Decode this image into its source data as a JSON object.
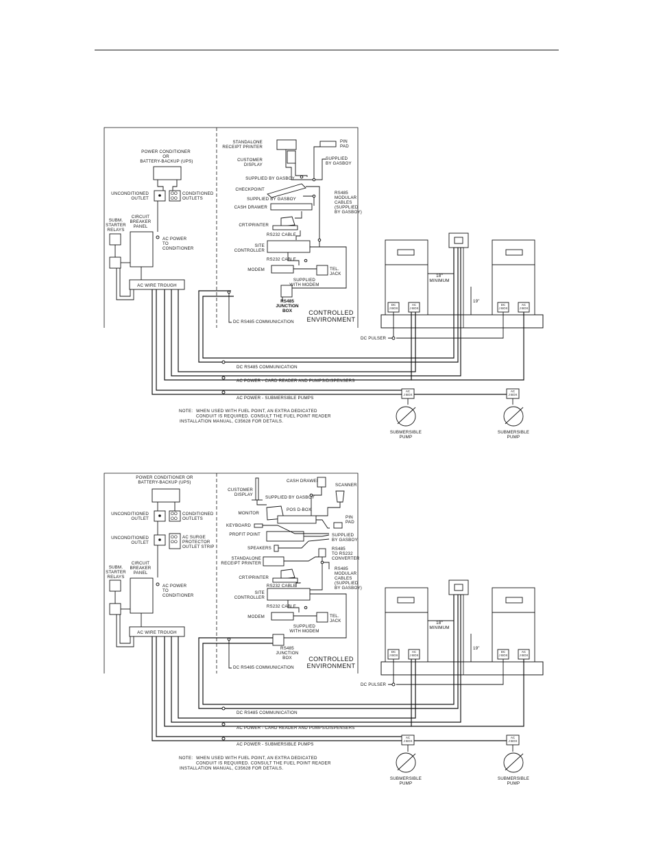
{
  "diagram1": {
    "indoor": {
      "power_conditioner": "POWER CONDITIONER OR BATTERY-BACKUP (UPS)",
      "unconditioned_outlet": "UNCONDITIONED OUTLET",
      "conditioned_outlets": "CONDITIONED OUTLETS",
      "subm_starter_relays": "SUBM. STARTER RELAYS",
      "circuit_breaker_panel": "CIRCUIT BREAKER PANEL",
      "ac_power_to_conditioner": "AC POWER TO CONDITIONER",
      "ac_wire_trough": "AC WIRE TROUGH",
      "standalone_receipt_printer": "STANDALONE RECEIPT PRINTER",
      "pin_pad": "PIN PAD",
      "customer_display": "CUSTOMER DISPLAY",
      "supplied_by_gasboy_1": "SUPPLIED BY GASBOY",
      "supplied_by_gasboy_2": "SUPPLIED BY GASBOY",
      "checkpoint": "CHECKPOINT",
      "supplied_by_gasboy_3": "SUPPLIED BY GASBOY",
      "rs485_modular_cables": "RS485 MODULAR CABLES (SUPPLIED BY GASBOY)",
      "cash_drawer": "CASH DRAWER",
      "crt_printer": "CRT/PRINTER",
      "rs232_cable_1": "RS232 CABLE",
      "site_controller": "SITE CONTROLLER",
      "rs232_cable_2": "RS232 CABLE",
      "modem": "MODEM",
      "tel_jack": "TEL. JACK",
      "supplied_with_modem": "SUPPLIED WITH MODEM",
      "rs485_junction_box": "RS485 JUNCTION BOX",
      "controlled_environment": "CONTROLLED ENVIRONMENT",
      "dc_rs485_communication_inner": "DC RS485 COMMUNICATION"
    },
    "forecourt": {
      "dim_18": "18\" MINIMUM",
      "dim_19": "19\"",
      "dc_jbox": "DC J BOX",
      "ac_jbox": "AC J BOX"
    },
    "conduits": {
      "dc_pulser": "DC PULSER",
      "dc_rs485": "DC RS485 COMMUNICATION",
      "ac_card_reader": "AC POWER - CARD READER AND PUMPS/DISPENSERS",
      "ac_submersible": "AC POWER - SUBMERSIBLE PUMPS",
      "ac_jbox": "AC J BOX",
      "submersible_pump": "SUBMERSIBLE PUMP"
    },
    "note_label": "NOTE:",
    "note_lines": [
      "WHEN USED WITH FUEL POINT, AN EXTRA DEDICATED",
      "CONDUIT IS REQUIRED.  CONSULT THE FUEL POINT READER",
      "INSTALLATION MANUAL, C35628 FOR DETAILS."
    ]
  },
  "diagram2": {
    "indoor": {
      "power_conditioner": "POWER CONDITIONER OR BATTERY-BACKUP (UPS)",
      "unconditioned_outlet_1": "UNCONDITIONED OUTLET",
      "conditioned_outlets": "CONDITIONED OUTLETS",
      "unconditioned_outlet_2": "UNCONDITIONED OUTLET",
      "ac_surge_protector": "AC SURGE PROTECTOR OUTLET STRIP",
      "subm_starter_relays": "SUBM. STARTER RELAYS",
      "circuit_breaker_panel": "CIRCUIT BREAKER PANEL",
      "ac_power_to_conditioner": "AC POWER TO CONDITIONER",
      "ac_wire_trough": "AC WIRE TROUGH",
      "customer_display": "CUSTOMER DISPLAY",
      "cash_drawer": "CASH DRAWER",
      "supplied_by_gasboy_1": "SUPPLIED BY GASBOY",
      "scanner": "SCANNER",
      "monitor": "MONITOR",
      "pos_dbox": "POS D-BOX",
      "pin_pad": "PIN PAD",
      "keyboard": "KEYBOARD",
      "profit_point": "PROFIT POINT",
      "supplied_by_gasboy_2": "SUPPLIED BY GASBOY",
      "speakers": "SPEAKERS",
      "rs485_to_rs232": "RS485 TO RS232 CONVERTER",
      "standalone_receipt_printer": "STANDALONE RECEIPT PRINTER",
      "rs485_modular_cables": "RS485 MODULAR CABLES (SUPPLIED BY GASBOY)",
      "crt_printer": "CRT/PRINTER",
      "rs232_cable_1": "RS232 CABLE",
      "site_controller": "SITE CONTROLLER",
      "rs232_cable_2": "RS232 CABLE",
      "modem": "MODEM",
      "tel_jack": "TEL. JACK",
      "supplied_with_modem": "SUPPLIED WITH MODEM",
      "rs485_junction_box": "RS485 JUNCTION BOX",
      "controlled_environment": "CONTROLLED ENVIRONMENT",
      "dc_rs485_communication_inner": "DC RS485 COMMUNICATION"
    },
    "forecourt": {
      "dim_18": "18\" MINIMUM",
      "dim_19": "19\"",
      "dc_jbox": "DC J BOX",
      "ac_jbox": "AC J BOX"
    },
    "conduits": {
      "dc_pulser": "DC PULSER",
      "dc_rs485": "DC RS485 COMMUNICATION",
      "ac_card_reader": "AC POWER - CARD READER AND PUMPS/DISPENSERS",
      "ac_submersible": "AC POWER - SUBMERSIBLE PUMPS",
      "ac_jbox": "AC J BOX",
      "submersible_pump": "SUBMERSIBLE PUMP"
    },
    "note_label": "NOTE:",
    "note_lines": [
      "WHEN USED WITH FUEL POINT, AN EXTRA DEDICATED",
      "CONDUIT IS REQUIRED.  CONSULT THE FUEL POINT READER",
      "INSTALLATION MANUAL, C35628 FOR DETAILS."
    ]
  }
}
